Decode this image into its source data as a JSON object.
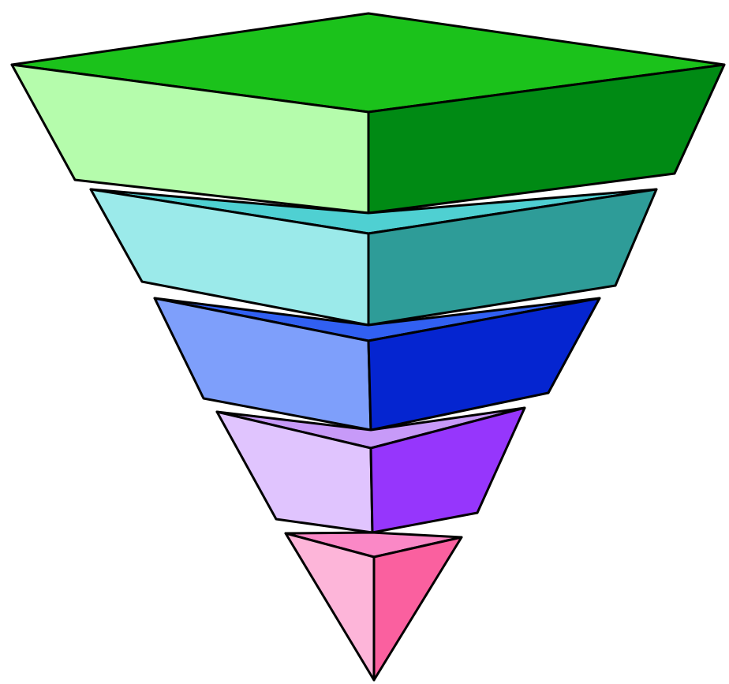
{
  "diagram": {
    "type": "inverted-pyramid",
    "layers": [
      {
        "id": "layer-1",
        "colors": {
          "top": "#1bc21b",
          "left": "#b5fcac",
          "right": "#008a14"
        }
      },
      {
        "id": "layer-2",
        "colors": {
          "top": "#4fd0d2",
          "left": "#9beaea",
          "right": "#2e9c98"
        }
      },
      {
        "id": "layer-3",
        "colors": {
          "top": "#3160f2",
          "left": "#7e9ffb",
          "right": "#0525d0"
        }
      },
      {
        "id": "layer-4",
        "colors": {
          "top": "#c79af8",
          "left": "#e0c4fe",
          "right": "#9636fc"
        }
      },
      {
        "id": "layer-5",
        "colors": {
          "top": "#fa88c6",
          "left": "#fdb5d9",
          "right": "#fa609f"
        }
      }
    ]
  }
}
